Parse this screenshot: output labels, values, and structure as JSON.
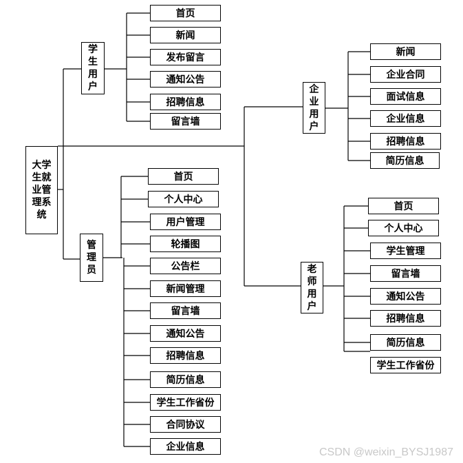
{
  "root": {
    "label": "大学生就业管理系统",
    "lines": [
      "大学",
      "生就",
      "业管",
      "理系",
      "统"
    ]
  },
  "student": {
    "label": "学生用户",
    "lines": [
      "学",
      "生",
      "用",
      "户"
    ],
    "items": [
      "首页",
      "新闻",
      "发布留言",
      "通知公告",
      "招聘信息",
      "留言墙"
    ]
  },
  "admin": {
    "label": "管理员",
    "lines": [
      "管",
      "理",
      "员"
    ],
    "items": [
      "首页",
      "个人中心",
      "用户管理",
      "轮播图",
      "公告栏",
      "新闻管理",
      "留言墙",
      "通知公告",
      "招聘信息",
      "简历信息",
      "学生工作省份",
      "合同协议",
      "企业信息"
    ]
  },
  "company": {
    "label": "企业用户",
    "lines": [
      "企",
      "业",
      "用",
      "户"
    ],
    "items": [
      "新闻",
      "企业合同",
      "面试信息",
      "企业信息",
      "招聘信息",
      "简历信息"
    ]
  },
  "teacher": {
    "label": "老师用户",
    "lines": [
      "老",
      "师",
      "用",
      "户"
    ],
    "items": [
      "首页",
      "个人中心",
      "学生管理",
      "留言墙",
      "通知公告",
      "招聘信息",
      "简历信息",
      "学生工作省份"
    ]
  },
  "watermark": "CSDN @weixin_BYSJ1987"
}
